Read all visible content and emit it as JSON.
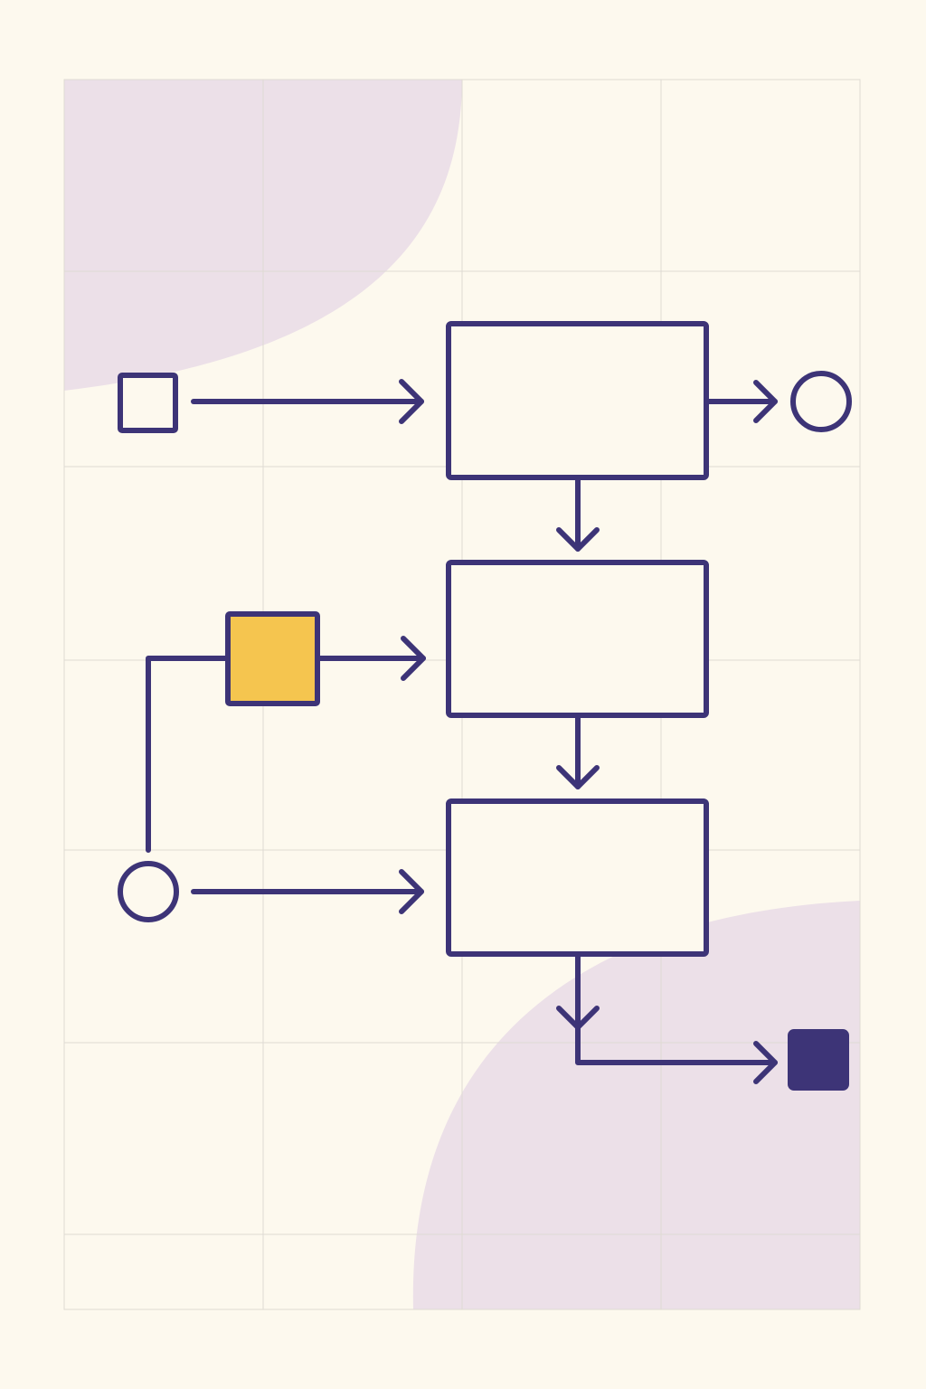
{
  "colors": {
    "background": "#FDF9EE",
    "grid": "#DEDAD3",
    "blob": "#ECE0E8",
    "stroke": "#3D3477",
    "accent_yellow": "#F5C54F",
    "terminal_fill": "#3D3477"
  },
  "diagram": {
    "type": "flowchart",
    "text_labels": [],
    "nodes": [
      {
        "id": "start-square",
        "shape": "square",
        "filled": false
      },
      {
        "id": "process-1",
        "shape": "rectangle",
        "filled": false
      },
      {
        "id": "output-circle",
        "shape": "circle",
        "filled": false
      },
      {
        "id": "process-2",
        "shape": "rectangle",
        "filled": false
      },
      {
        "id": "yellow-square",
        "shape": "square",
        "filled": true,
        "color": "accent_yellow"
      },
      {
        "id": "process-3",
        "shape": "rectangle",
        "filled": false
      },
      {
        "id": "input-circle",
        "shape": "circle",
        "filled": false
      },
      {
        "id": "end-square",
        "shape": "square",
        "filled": true,
        "color": "terminal_fill"
      }
    ],
    "edges": [
      {
        "from": "start-square",
        "to": "process-1",
        "arrow": true
      },
      {
        "from": "process-1",
        "to": "output-circle",
        "arrow": true
      },
      {
        "from": "process-1",
        "to": "process-2",
        "arrow": true
      },
      {
        "from": "yellow-square",
        "to": "process-2",
        "arrow": true
      },
      {
        "from": "input-circle",
        "to": "yellow-square",
        "arrow": false
      },
      {
        "from": "process-2",
        "to": "process-3",
        "arrow": true
      },
      {
        "from": "input-circle",
        "to": "process-3",
        "arrow": true
      },
      {
        "from": "process-3",
        "to": "end-square",
        "arrow": true
      }
    ]
  }
}
